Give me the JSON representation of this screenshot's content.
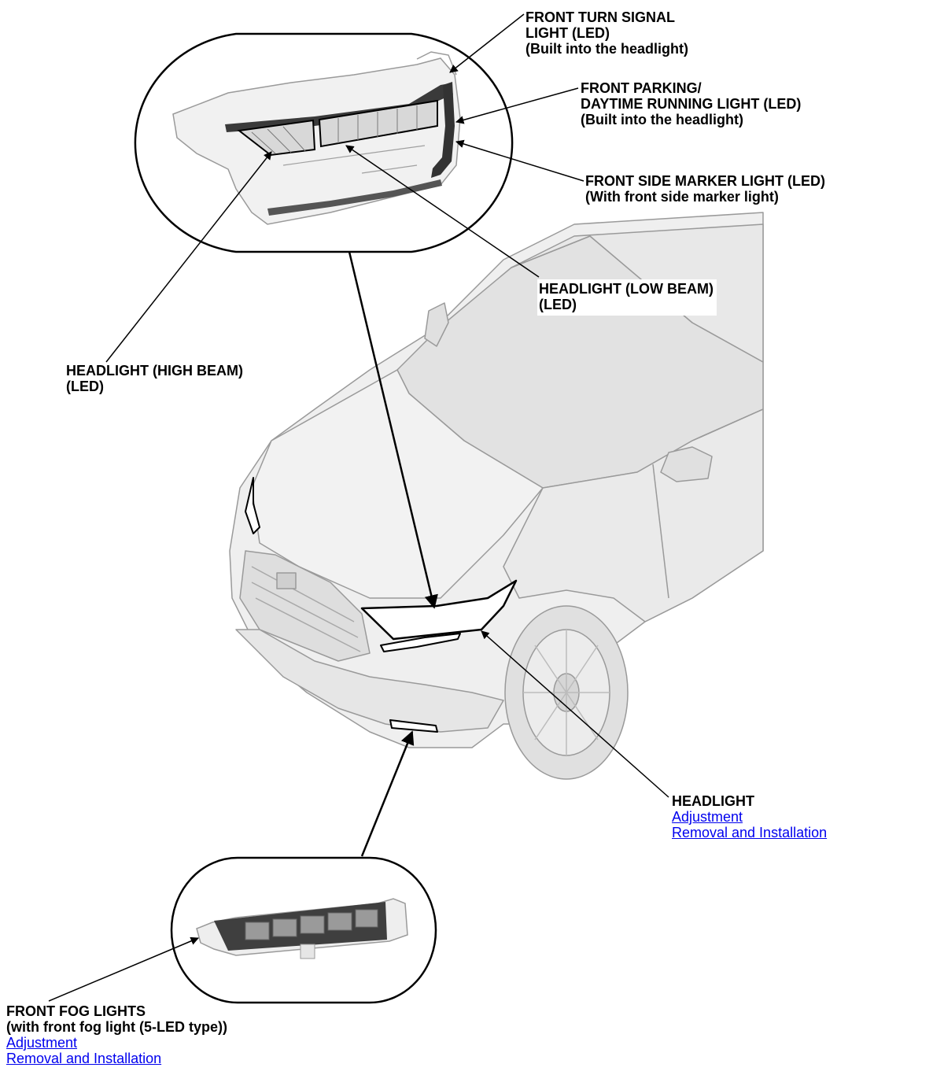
{
  "labels": {
    "turn_signal": {
      "line1": "FRONT TURN SIGNAL",
      "line2": "LIGHT (LED)",
      "line3": "(Built into the headlight)"
    },
    "parking_drl": {
      "line1": "FRONT PARKING/",
      "line2": "DAYTIME RUNNING LIGHT (LED)",
      "line3": "(Built into the headlight)"
    },
    "side_marker": {
      "line1": "FRONT SIDE MARKER LIGHT (LED)",
      "line2": "(With front side marker light)"
    },
    "low_beam": {
      "line1": "HEADLIGHT (LOW BEAM)",
      "line2": "(LED)"
    },
    "high_beam": {
      "line1": "HEADLIGHT (HIGH BEAM)",
      "line2": "(LED)"
    },
    "headlight": {
      "title": "HEADLIGHT",
      "link_adjustment": "Adjustment",
      "link_removal": "Removal and Installation"
    },
    "fog": {
      "line1": "FRONT FOG LIGHTS",
      "line2": "(with front fog light (5-LED type))",
      "link_adjustment": "Adjustment",
      "link_removal": "Removal and Installation"
    }
  },
  "colors": {
    "link": "#0000ee",
    "outline": "#000000",
    "car_fill": "#eeeeee"
  }
}
